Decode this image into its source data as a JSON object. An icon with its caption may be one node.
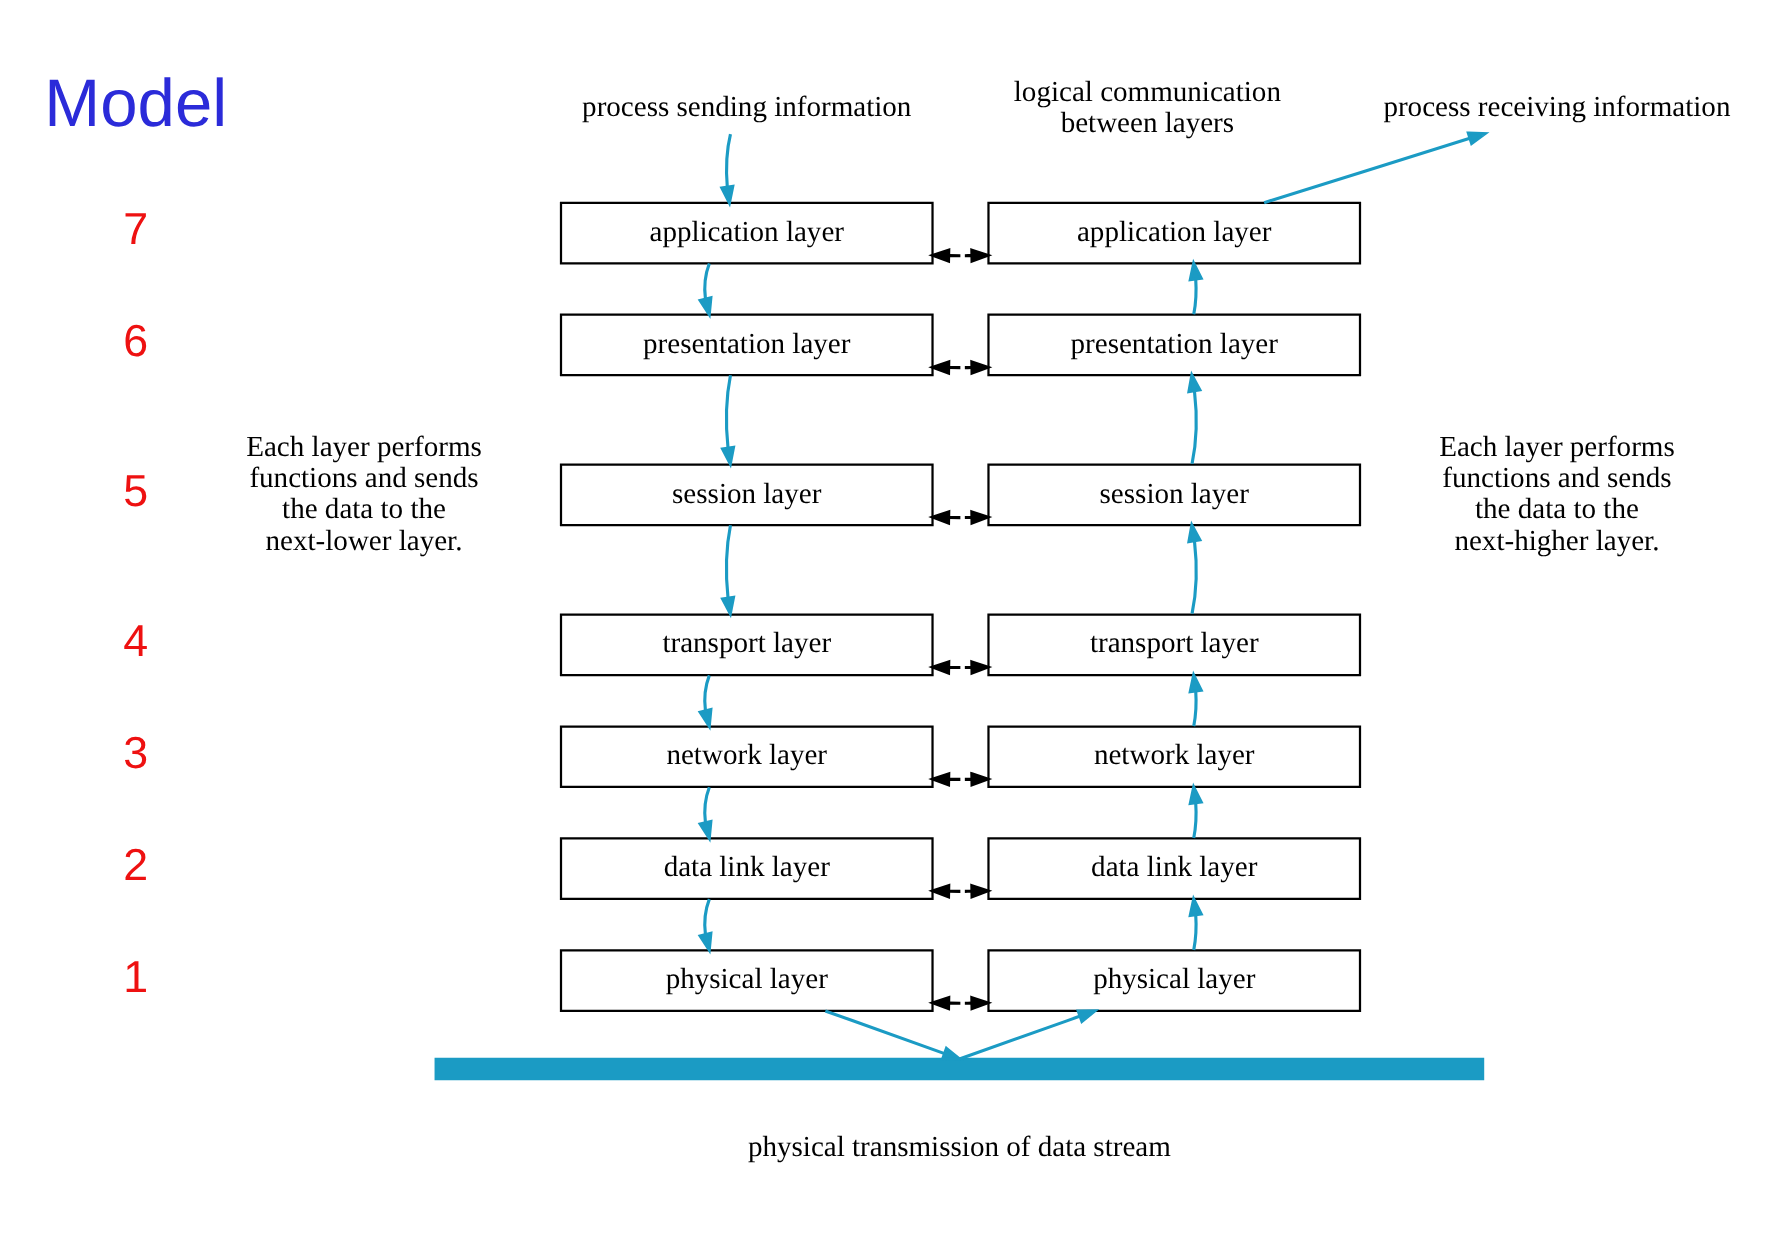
{
  "diagram": {
    "nodes": [
      {
        "text": [
          "process sending information"
        ]
      },
      {
        "text": [
          "process receiving information"
        ]
      },
      {
        "text": [
          "application layer"
        ]
      },
      {
        "text": [
          "presentation layer"
        ]
      },
      {
        "text": [
          "session layer"
        ]
      },
      {
        "text": [
          "transport layer"
        ]
      },
      {
        "text": [
          "network layer"
        ]
      },
      {
        "text": [
          "data link layer"
        ]
      },
      {
        "text": [
          "physical layer"
        ]
      },
      {
        "text": [
          "application layer"
        ]
      },
      {
        "text": [
          "presentation layer"
        ]
      },
      {
        "text": [
          "session layer"
        ]
      },
      {
        "text": [
          "transport layer"
        ]
      },
      {
        "text": [
          "network layer"
        ]
      },
      {
        "text": [
          "data link layer"
        ]
      },
      {
        "text": [
          "physical layer"
        ]
      },
      {
        "text": [],
        "shape": "bar",
        "beside": [
          "physical transmission of data stream"
        ]
      }
    ],
    "edges": [
      {
        "from": 0,
        "to": 2,
        "arrow": "to"
      },
      {
        "from": 2,
        "to": 3,
        "arrow": "to"
      },
      {
        "from": 3,
        "to": 4,
        "arrow": "to"
      },
      {
        "from": 4,
        "to": 5,
        "arrow": "to"
      },
      {
        "from": 5,
        "to": 6,
        "arrow": "to"
      },
      {
        "from": 6,
        "to": 7,
        "arrow": "to"
      },
      {
        "from": 7,
        "to": 8,
        "arrow": "to"
      },
      {
        "from": 8,
        "to": 16,
        "arrow": "to"
      },
      {
        "from": 16,
        "to": 15,
        "arrow": "to"
      },
      {
        "from": 15,
        "to": 14,
        "arrow": "to"
      },
      {
        "from": 14,
        "to": 13,
        "arrow": "to"
      },
      {
        "from": 13,
        "to": 12,
        "arrow": "to"
      },
      {
        "from": 12,
        "to": 11,
        "arrow": "to"
      },
      {
        "from": 11,
        "to": 10,
        "arrow": "to"
      },
      {
        "from": 10,
        "to": 9,
        "arrow": "to"
      },
      {
        "from": 9,
        "to": 1,
        "arrow": "to"
      },
      {
        "from": 2,
        "to": 9,
        "arrow": "both",
        "style": "dashed",
        "color": "#000000"
      },
      {
        "from": 3,
        "to": 10,
        "arrow": "both",
        "style": "dashed",
        "color": "#000000"
      },
      {
        "from": 4,
        "to": 11,
        "arrow": "both",
        "style": "dashed",
        "color": "#000000"
      },
      {
        "from": 5,
        "to": 12,
        "arrow": "both",
        "style": "dashed",
        "color": "#000000"
      },
      {
        "from": 6,
        "to": 13,
        "arrow": "both",
        "style": "dashed",
        "color": "#000000"
      },
      {
        "from": 7,
        "to": 14,
        "arrow": "both",
        "style": "dashed",
        "color": "#000000"
      },
      {
        "from": 8,
        "to": 15,
        "arrow": "both",
        "style": "dashed",
        "color": "#000000"
      }
    ],
    "labels": [
      "Model",
      "7",
      "6",
      "5",
      "4",
      "3",
      "2",
      "1",
      "logical communication between layers",
      "Each layer performs functions and sends the data to the next-lower layer.",
      "Each layer performs functions and sends the data to the next-higher layer."
    ]
  }
}
